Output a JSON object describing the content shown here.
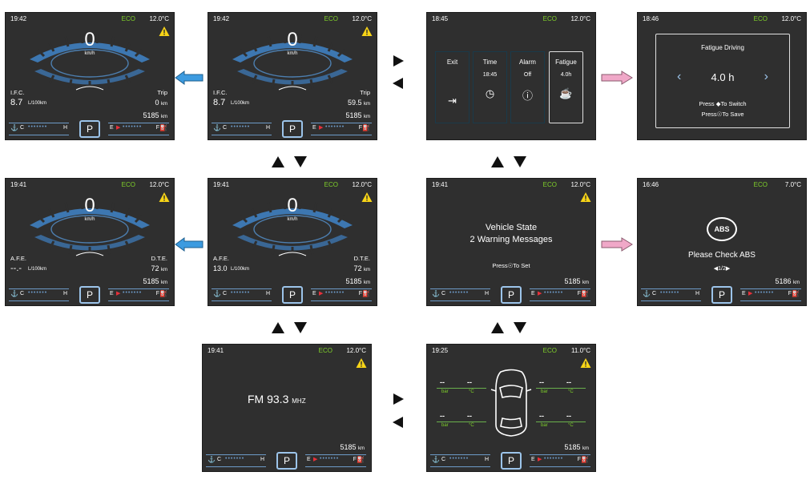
{
  "screens": {
    "s1": {
      "time": "19:42",
      "eco": "ECO",
      "temp": "12.0°C",
      "speed": "0",
      "speed_unit": "km/h",
      "left_label": "I.F.C.",
      "left_value": "8.7",
      "left_unit": "L/100km",
      "right_label": "Trip",
      "right_value": "0",
      "right_unit": "km",
      "odo": "5185",
      "odo_unit": "km",
      "gear": "P",
      "temp_c": "C",
      "temp_h": "H",
      "fuel_e": "E",
      "fuel_f": "F"
    },
    "s2": {
      "time": "19:42",
      "eco": "ECO",
      "temp": "12.0°C",
      "speed": "0",
      "speed_unit": "km/h",
      "left_label": "I.F.C.",
      "left_value": "8.7",
      "left_unit": "L/100km",
      "right_label": "Trip",
      "right_value": "59.5",
      "right_unit": "km",
      "odo": "5185",
      "odo_unit": "km",
      "gear": "P",
      "temp_c": "C",
      "temp_h": "H",
      "fuel_e": "E",
      "fuel_f": "F"
    },
    "s3": {
      "time": "18:45",
      "eco": "ECO",
      "temp": "12.0°C",
      "menu": [
        {
          "label": "Exit",
          "value": ""
        },
        {
          "label": "Time",
          "value": "18:45"
        },
        {
          "label": "Alarm",
          "value": "Off"
        },
        {
          "label": "Fatigue",
          "value": "4.0h"
        }
      ]
    },
    "s4": {
      "time": "18:46",
      "eco": "ECO",
      "temp": "12.0°C",
      "title": "Fatigue Driving",
      "value": "4.0 h",
      "line1": "Press ◆To Switch",
      "line2": "Press☉To Save"
    },
    "s5": {
      "time": "19:41",
      "eco": "ECO",
      "temp": "12.0°C",
      "speed": "0",
      "speed_unit": "km/h",
      "left_label": "A.F.E.",
      "left_value": "--.-",
      "left_unit": "L/100km",
      "right_label": "D.T.E.",
      "right_value": "72",
      "right_unit": "km",
      "odo": "5185",
      "odo_unit": "km",
      "gear": "P",
      "temp_c": "C",
      "temp_h": "H",
      "fuel_e": "E",
      "fuel_f": "F"
    },
    "s6": {
      "time": "19:41",
      "eco": "ECO",
      "temp": "12.0°C",
      "speed": "0",
      "speed_unit": "km/h",
      "left_label": "A.F.E.",
      "left_value": "13.0",
      "left_unit": "L/100km",
      "right_label": "D.T.E.",
      "right_value": "72",
      "right_unit": "km",
      "odo": "5185",
      "odo_unit": "km",
      "gear": "P",
      "temp_c": "C",
      "temp_h": "H",
      "fuel_e": "E",
      "fuel_f": "F"
    },
    "s7": {
      "time": "19:41",
      "eco": "ECO",
      "temp": "12.0°C",
      "line1": "Vehicle State",
      "line2": "2 Warning Messages",
      "line3": "Press☉To Set",
      "odo": "5185",
      "odo_unit": "km",
      "gear": "P",
      "temp_c": "C",
      "temp_h": "H",
      "fuel_e": "E",
      "fuel_f": "F"
    },
    "s8": {
      "time": "16:46",
      "eco": "ECO",
      "temp": "7.0°C",
      "abs": "ABS",
      "message": "Please Check ABS",
      "page": "◀1/2▶",
      "odo": "5186",
      "odo_unit": "km",
      "gear": "P",
      "temp_c": "C",
      "temp_h": "H",
      "fuel_e": "E",
      "fuel_f": "F"
    },
    "s9": {
      "time": "19:41",
      "eco": "ECO",
      "temp": "12.0°C",
      "radio": "FM  93.3",
      "radio_unit": "MHZ",
      "odo": "5185",
      "odo_unit": "km",
      "gear": "P",
      "temp_c": "C",
      "temp_h": "H",
      "fuel_e": "E",
      "fuel_f": "F"
    },
    "s10": {
      "time": "19:25",
      "eco": "ECO",
      "temp": "11.0°C",
      "tire_dash": "--",
      "unit_bar": "bar",
      "unit_c": "°C",
      "odo": "5185",
      "odo_unit": "km",
      "gear": "P",
      "temp_c": "C",
      "temp_h": "H",
      "fuel_e": "E",
      "fuel_f": "F"
    }
  },
  "colors": {
    "screen_bg": "#2f2f2f",
    "eco": "#7fd12a",
    "accent_blue": "#4a90c8",
    "arrow_blue": "#3c9be0",
    "arrow_pink": "#f0a8c8",
    "warning": "#f7d417",
    "fuel_red": "#e8303a"
  }
}
